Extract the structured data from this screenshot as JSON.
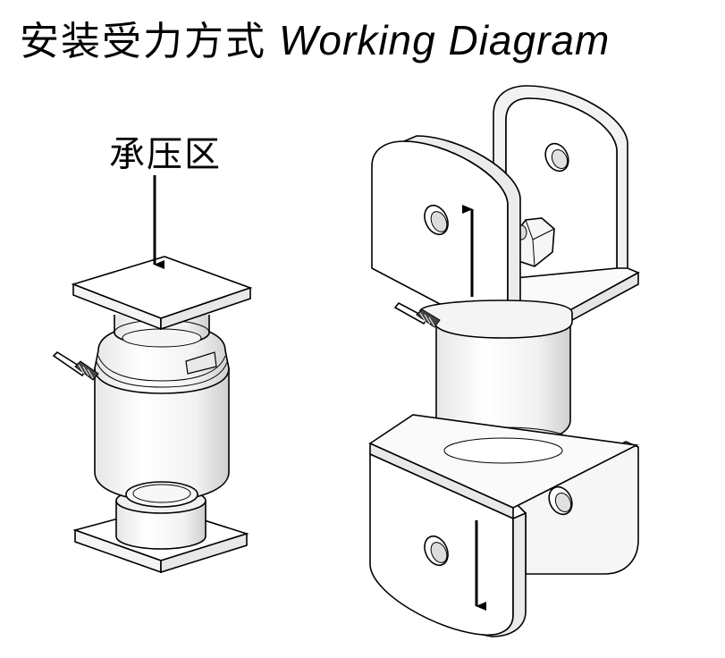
{
  "title": {
    "chinese": "安装受力方式",
    "english": "Working Diagram"
  },
  "compression_diagram": {
    "label": "承压区"
  }
}
